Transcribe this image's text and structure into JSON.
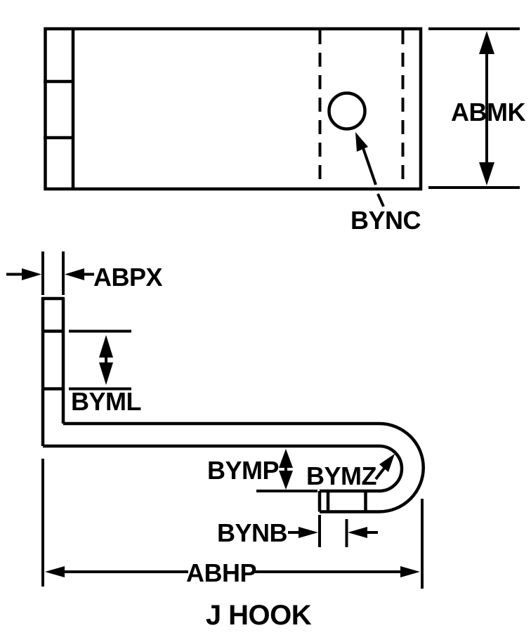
{
  "drawing": {
    "title": "J HOOK",
    "labels": {
      "abmk": "ABMK",
      "bync": "BYNC",
      "abpx": "ABPX",
      "byml": "BYML",
      "bymp": "BYMP",
      "bymz": "BYMZ",
      "bynb": "BYNB",
      "abhp": "ABHP"
    },
    "colors": {
      "line": "#000000",
      "background": "#ffffff"
    }
  }
}
